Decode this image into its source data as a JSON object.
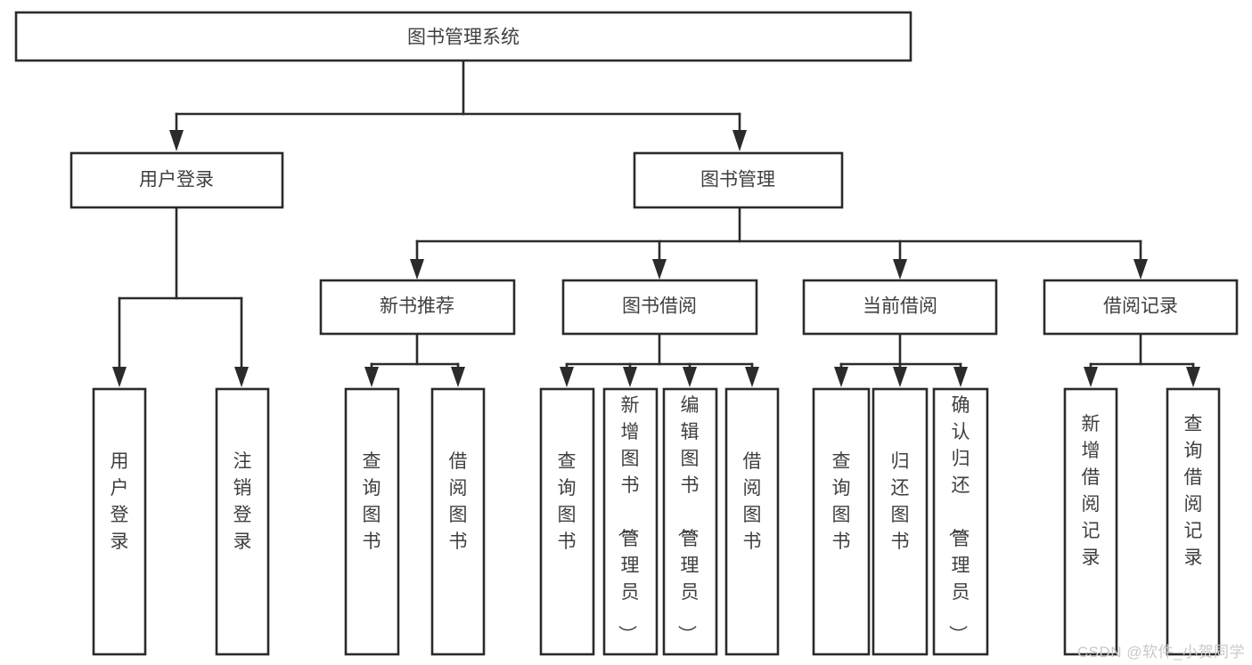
{
  "diagram": {
    "title": "图书管理系统",
    "type": "tree-hierarchy",
    "watermark": "CSDN @软件_小贺同学",
    "colors": {
      "stroke": "#2b2b2b",
      "fill": "#ffffff",
      "text": "#3f3f3f",
      "background": "#ffffff",
      "watermark": "#c9c9c9"
    },
    "nodes": {
      "root": {
        "label": "图书管理系统",
        "level": 0,
        "orientation": "horizontal"
      },
      "user_login": {
        "label": "用户登录",
        "level": 1,
        "orientation": "horizontal"
      },
      "book_manage": {
        "label": "图书管理",
        "level": 1,
        "orientation": "horizontal"
      },
      "new_book_rec": {
        "label": "新书推荐",
        "level": 2,
        "orientation": "horizontal"
      },
      "book_borrow": {
        "label": "图书借阅",
        "level": 2,
        "orientation": "horizontal"
      },
      "current_borrow": {
        "label": "当前借阅",
        "level": 2,
        "orientation": "horizontal"
      },
      "borrow_record": {
        "label": "借阅记录",
        "level": 2,
        "orientation": "horizontal"
      },
      "leaf_user_login": {
        "label": "用户登录",
        "level": 3,
        "orientation": "vertical"
      },
      "leaf_logout": {
        "label": "注销登录",
        "level": 3,
        "orientation": "vertical"
      },
      "leaf_query_book_1": {
        "label": "查询图书",
        "level": 3,
        "orientation": "vertical"
      },
      "leaf_borrow_book_1": {
        "label": "借阅图书",
        "level": 3,
        "orientation": "vertical"
      },
      "leaf_query_book_2": {
        "label": "查询图书",
        "level": 3,
        "orientation": "vertical"
      },
      "leaf_add_book": {
        "label": "新增图书（管理员）",
        "level": 3,
        "orientation": "vertical"
      },
      "leaf_edit_book": {
        "label": "编辑图书（管理员）",
        "level": 3,
        "orientation": "vertical"
      },
      "leaf_borrow_book_2": {
        "label": "借阅图书",
        "level": 3,
        "orientation": "vertical"
      },
      "leaf_query_book_3": {
        "label": "查询图书",
        "level": 3,
        "orientation": "vertical"
      },
      "leaf_return_book": {
        "label": "归还图书",
        "level": 3,
        "orientation": "vertical"
      },
      "leaf_confirm_return": {
        "label": "确认归还（管理员）",
        "level": 3,
        "orientation": "vertical"
      },
      "leaf_add_record": {
        "label": "新增借阅记录",
        "level": 3,
        "orientation": "vertical"
      },
      "leaf_query_record": {
        "label": "查询借阅记录",
        "level": 3,
        "orientation": "vertical"
      }
    },
    "edges": [
      {
        "from": "root",
        "to": "user_login"
      },
      {
        "from": "root",
        "to": "book_manage"
      },
      {
        "from": "user_login",
        "to": "leaf_user_login"
      },
      {
        "from": "user_login",
        "to": "leaf_logout"
      },
      {
        "from": "book_manage",
        "to": "new_book_rec"
      },
      {
        "from": "book_manage",
        "to": "book_borrow"
      },
      {
        "from": "book_manage",
        "to": "current_borrow"
      },
      {
        "from": "book_manage",
        "to": "borrow_record"
      },
      {
        "from": "new_book_rec",
        "to": "leaf_query_book_1"
      },
      {
        "from": "new_book_rec",
        "to": "leaf_borrow_book_1"
      },
      {
        "from": "book_borrow",
        "to": "leaf_query_book_2"
      },
      {
        "from": "book_borrow",
        "to": "leaf_add_book"
      },
      {
        "from": "book_borrow",
        "to": "leaf_edit_book"
      },
      {
        "from": "book_borrow",
        "to": "leaf_borrow_book_2"
      },
      {
        "from": "current_borrow",
        "to": "leaf_query_book_3"
      },
      {
        "from": "current_borrow",
        "to": "leaf_return_book"
      },
      {
        "from": "current_borrow",
        "to": "leaf_confirm_return"
      },
      {
        "from": "borrow_record",
        "to": "leaf_add_record"
      },
      {
        "from": "borrow_record",
        "to": "leaf_query_record"
      }
    ]
  }
}
